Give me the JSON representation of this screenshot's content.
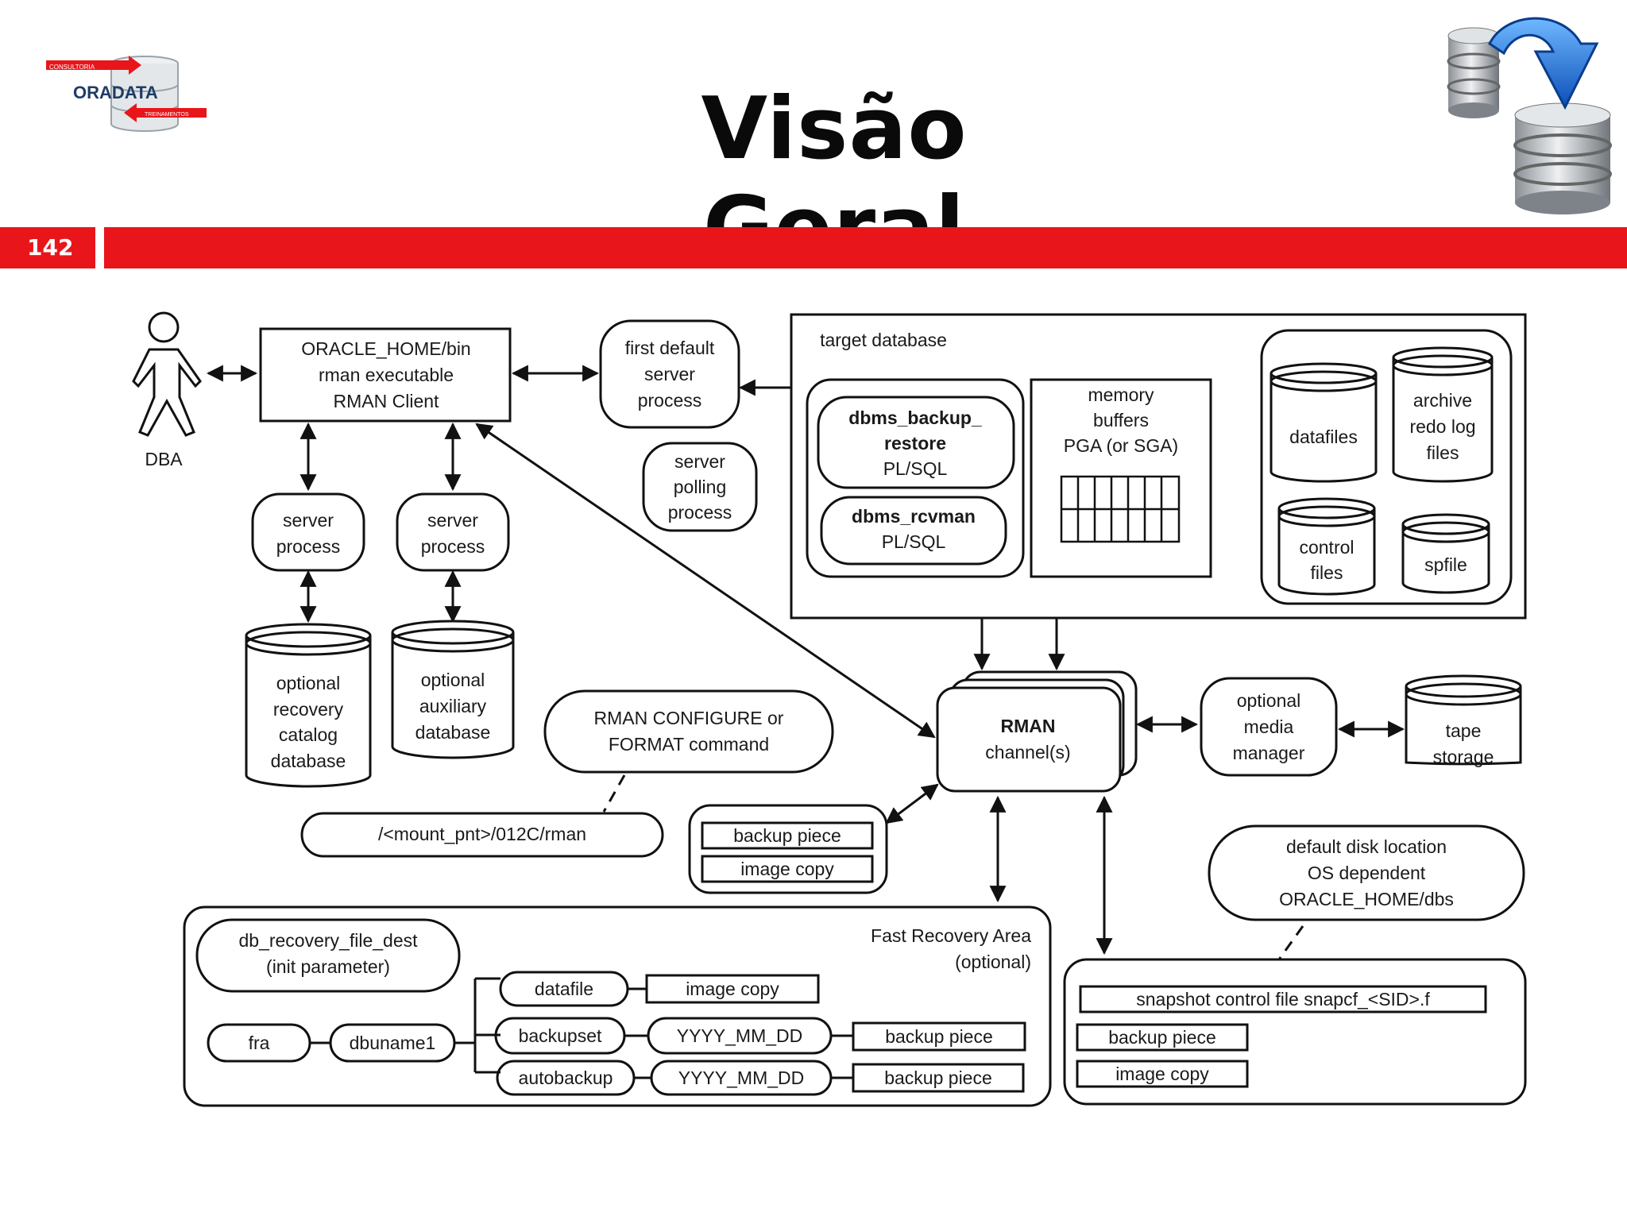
{
  "slide": {
    "title": "Visão Geral",
    "number": "142",
    "accent_color": "#e8161a"
  },
  "logo": {
    "name": "ORADATA",
    "tag_top": "CONSULTORIA",
    "tag_bottom": "TREINAMENTOS"
  },
  "diagram": {
    "dba": "DBA",
    "rman_client": [
      "ORACLE_HOME/bin",
      "rman executable",
      "RMAN Client"
    ],
    "first_server": [
      "first default",
      "server",
      "process"
    ],
    "polling": [
      "server",
      "polling",
      "process"
    ],
    "server_process_1": [
      "server",
      "process"
    ],
    "server_process_2": [
      "server",
      "process"
    ],
    "catalog_db": [
      "optional",
      "recovery",
      "catalog",
      "database"
    ],
    "aux_db": [
      "optional",
      "auxiliary",
      "database"
    ],
    "target_label": "target database",
    "dbms_backup": [
      "dbms_backup_",
      "restore",
      "PL/SQL"
    ],
    "dbms_rcvman": [
      "dbms_rcvman",
      "PL/SQL"
    ],
    "memory": [
      "memory",
      "buffers",
      "PGA (or SGA)"
    ],
    "datafiles": "datafiles",
    "archive": [
      "archive",
      "redo log",
      "files"
    ],
    "control": [
      "control",
      "files"
    ],
    "spfile": "spfile",
    "configure": [
      "RMAN CONFIGURE or",
      "FORMAT command"
    ],
    "channel": [
      "RMAN",
      "channel(s)"
    ],
    "media_manager": [
      "optional",
      "media",
      "manager"
    ],
    "tape": [
      "tape",
      "storage"
    ],
    "mount_path": "/<mount_pnt>/012C/rman",
    "backup_piece": "backup piece",
    "image_copy": "image copy",
    "default_disk": [
      "default disk location",
      "OS dependent",
      "ORACLE_HOME/dbs"
    ],
    "fra_label": [
      "Fast Recovery Area",
      "(optional)"
    ],
    "db_recovery": [
      "db_recovery_file_dest",
      "(init parameter)"
    ],
    "fra": "fra",
    "dbuname": "dbuname1",
    "datafile": "datafile",
    "backupset": "backupset",
    "autobackup": "autobackup",
    "fra_image_copy": "image copy",
    "yyyy1": "YYYY_MM_DD",
    "yyyy2": "YYYY_MM_DD",
    "fra_backup_piece_1": "backup piece",
    "fra_backup_piece_2": "backup piece",
    "snapshot": "snapshot control file snapcf_<SID>.f",
    "dbs_backup_piece": "backup piece",
    "dbs_image_copy": "image copy"
  }
}
